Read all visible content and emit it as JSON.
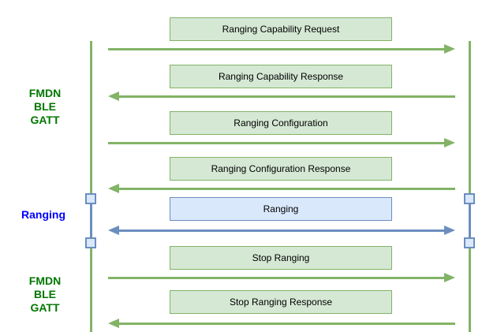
{
  "sections": [
    {
      "label": "FMDN\nBLE\nGATT",
      "color": "#007700"
    },
    {
      "label": "Ranging",
      "color": "#0000ff"
    },
    {
      "label": "FMDN\nBLE\nGATT",
      "color": "#007700"
    }
  ],
  "messages": [
    {
      "label": "Ranging Capability Request",
      "direction": "right",
      "theme": "green"
    },
    {
      "label": "Ranging Capability Response",
      "direction": "left",
      "theme": "green"
    },
    {
      "label": "Ranging Configuration",
      "direction": "right",
      "theme": "green"
    },
    {
      "label": "Ranging Configuration Response",
      "direction": "left",
      "theme": "green"
    },
    {
      "label": "Ranging",
      "direction": "both",
      "theme": "blue"
    },
    {
      "label": "Stop Ranging",
      "direction": "right",
      "theme": "green"
    },
    {
      "label": "Stop Ranging Response",
      "direction": "left",
      "theme": "green"
    }
  ],
  "colors": {
    "green_stroke": "#82b366",
    "green_fill": "#d5e8d4",
    "blue_stroke": "#6c8ebf",
    "blue_fill": "#dae8fc",
    "label_green": "#007700",
    "label_blue": "#0000ff",
    "box_text": "#000000"
  }
}
